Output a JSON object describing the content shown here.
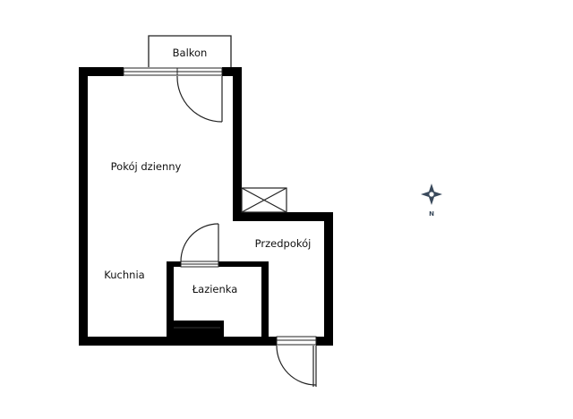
{
  "rooms": {
    "balcony": "Balkon",
    "living_room": "Pokój dzienny",
    "hallway": "Przedpokój",
    "kitchen": "Kuchnia",
    "bathroom": "Łazienka"
  },
  "compass": {
    "north_label": "N",
    "icon": "compass-rose-icon",
    "color": "#3a4a5c"
  },
  "colors": {
    "wall": "#000000",
    "background": "#ffffff",
    "thin_line": "#222222"
  }
}
